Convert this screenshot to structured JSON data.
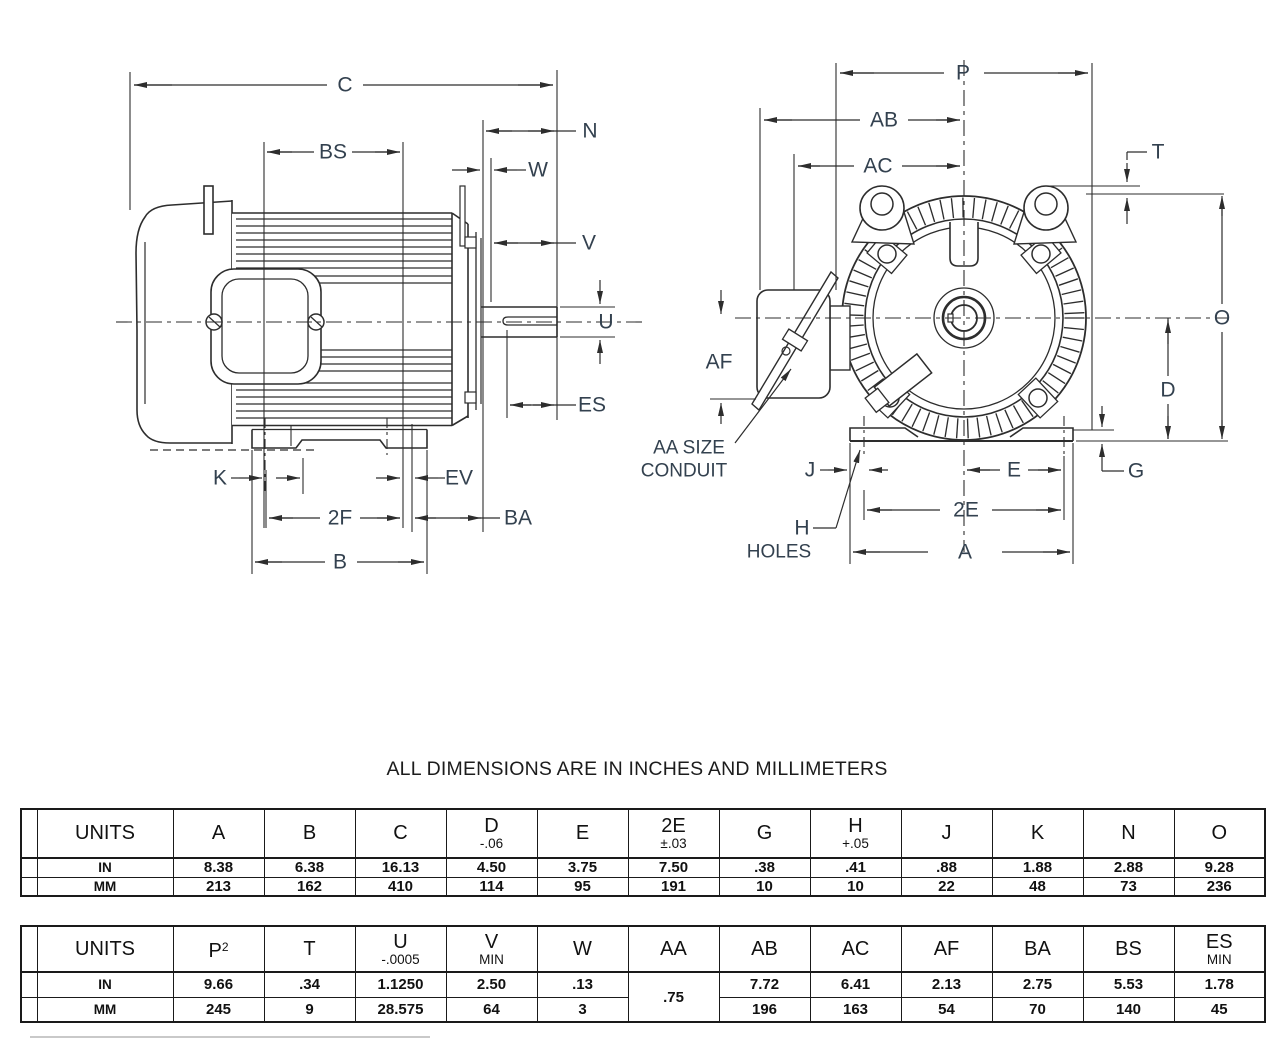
{
  "note": "ALL DIMENSIONS ARE IN INCHES AND MILLIMETERS",
  "drawing": {
    "labels": {
      "c": "C",
      "bs": "BS",
      "n": "N",
      "w": "W",
      "v": "V",
      "u": "U",
      "es": "ES",
      "k": "K",
      "ev": "EV",
      "f2": "2F",
      "ba": "BA",
      "b": "B",
      "p": "P",
      "ab": "AB",
      "ac": "AC",
      "t": "T",
      "o": "O",
      "d": "D",
      "g": "G",
      "af": "AF",
      "j": "J",
      "e": "E",
      "e2": "2E",
      "a": "A",
      "h": "H",
      "holes": "HOLES",
      "aa1": "AA SIZE",
      "aa2": "CONDUIT"
    }
  },
  "table1": {
    "header": [
      {
        "main": "UNITS",
        "sub": ""
      },
      {
        "main": "A",
        "sub": ""
      },
      {
        "main": "B",
        "sub": ""
      },
      {
        "main": "C",
        "sub": ""
      },
      {
        "main": "D",
        "sub": "-.06"
      },
      {
        "main": "E",
        "sub": ""
      },
      {
        "main": "2E",
        "sub": "±.03"
      },
      {
        "main": "G",
        "sub": ""
      },
      {
        "main": "H",
        "sub": "+.05"
      },
      {
        "main": "J",
        "sub": ""
      },
      {
        "main": "K",
        "sub": ""
      },
      {
        "main": "N",
        "sub": ""
      },
      {
        "main": "O",
        "sub": ""
      }
    ],
    "rows": [
      {
        "label": "IN",
        "values": [
          "8.38",
          "6.38",
          "16.13",
          "4.50",
          "3.75",
          "7.50",
          ".38",
          ".41",
          ".88",
          "1.88",
          "2.88",
          "9.28"
        ]
      },
      {
        "label": "MM",
        "values": [
          "213",
          "162",
          "410",
          "114",
          "95",
          "191",
          "10",
          "10",
          "22",
          "48",
          "73",
          "236"
        ]
      }
    ]
  },
  "table2": {
    "header": [
      {
        "main": "UNITS",
        "sup": "",
        "sub": ""
      },
      {
        "main": "P",
        "sup": "2",
        "sub": ""
      },
      {
        "main": "T",
        "sup": "",
        "sub": ""
      },
      {
        "main": "U",
        "sup": "",
        "sub": "-.0005"
      },
      {
        "main": "V",
        "sup": "",
        "sub": "MIN"
      },
      {
        "main": "W",
        "sup": "",
        "sub": ""
      },
      {
        "main": "AA",
        "sup": "",
        "sub": ""
      },
      {
        "main": "AB",
        "sup": "",
        "sub": ""
      },
      {
        "main": "AC",
        "sup": "",
        "sub": ""
      },
      {
        "main": "AF",
        "sup": "",
        "sub": ""
      },
      {
        "main": "BA",
        "sup": "",
        "sub": ""
      },
      {
        "main": "BS",
        "sup": "",
        "sub": ""
      },
      {
        "main": "ES",
        "sup": "",
        "sub": "MIN"
      }
    ],
    "aa": ".75",
    "rows": [
      {
        "label": "IN",
        "values": [
          "9.66",
          ".34",
          "1.1250",
          "2.50",
          ".13",
          "7.72",
          "6.41",
          "2.13",
          "2.75",
          "5.53",
          "1.78"
        ]
      },
      {
        "label": "MM",
        "values": [
          "245",
          "9",
          "28.575",
          "64",
          "3",
          "196",
          "163",
          "54",
          "70",
          "140",
          "45"
        ]
      }
    ]
  }
}
